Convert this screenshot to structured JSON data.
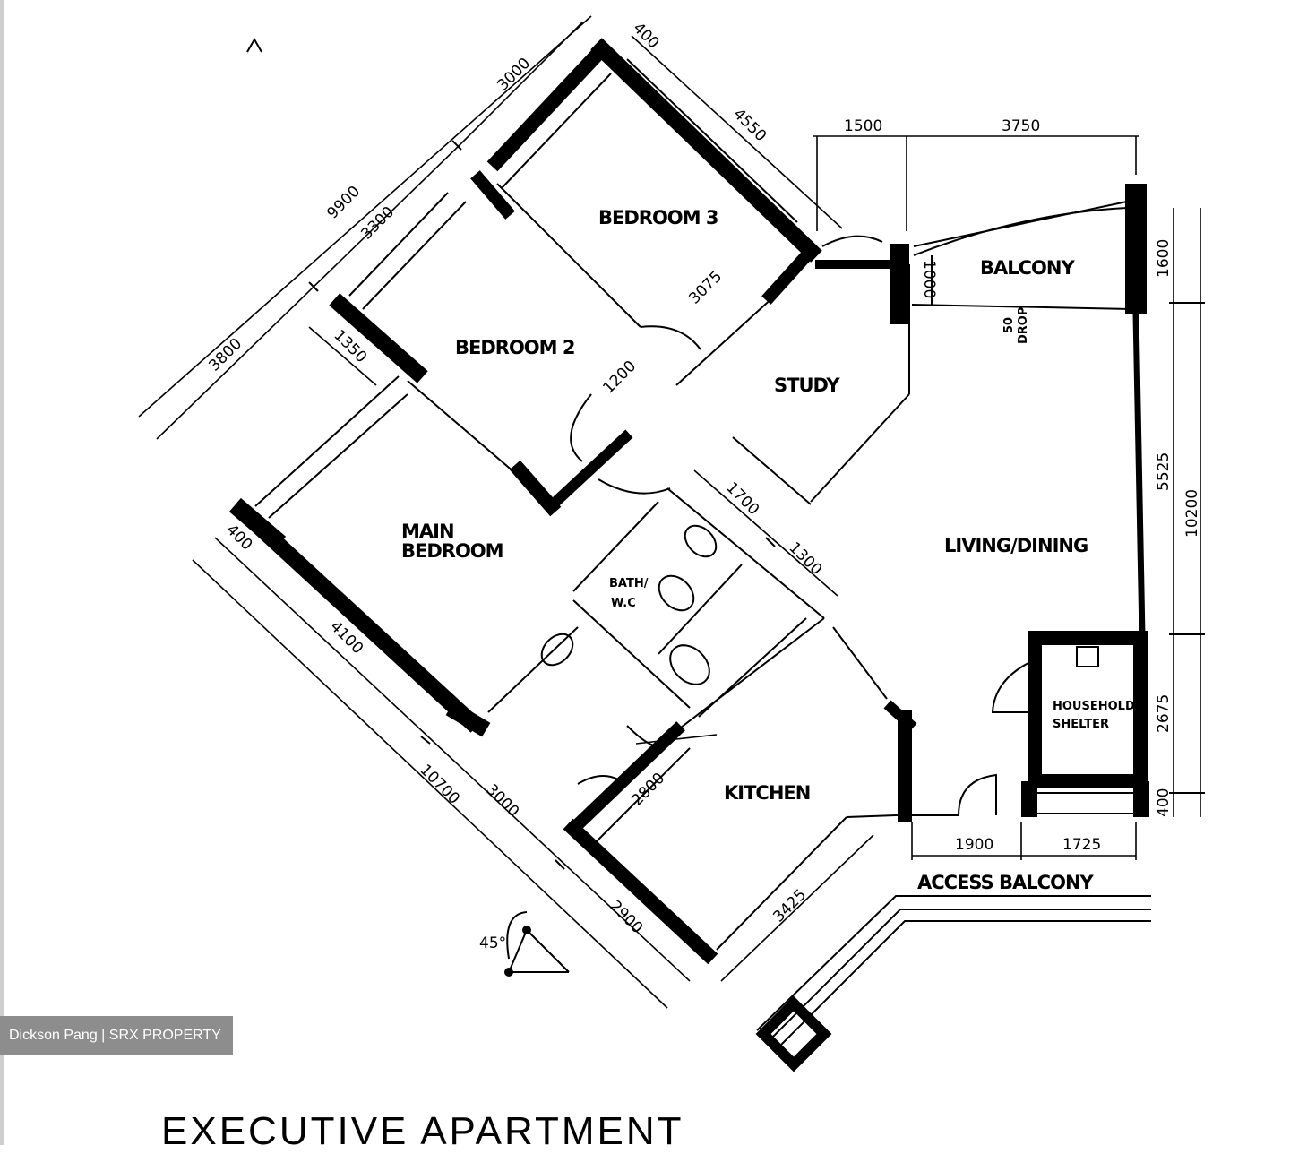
{
  "plan": {
    "rooms": {
      "bedroom3": "BEDROOM 3",
      "bedroom2": "BEDROOM 2",
      "main_bedroom_line1": "MAIN",
      "main_bedroom_line2": "BEDROOM",
      "study": "STUDY",
      "balcony": "BALCONY",
      "living_dining": "LIVING/DINING",
      "bath_line1": "BATH/",
      "bath_line2": "W.C",
      "kitchen": "KITCHEN",
      "household_line1": "HOUSEHOLD",
      "household_line2": "SHELTER",
      "access_balcony": "ACCESS BALCONY"
    },
    "notes": {
      "drop_line1": "50",
      "drop_line2": "DROP",
      "angle": "45°"
    },
    "dimensions": {
      "d400_top": "400",
      "d3000_top": "3000",
      "d4550": "4550",
      "d1500": "1500",
      "d3750": "3750",
      "d9900": "9900",
      "d3300": "3300",
      "d3800": "3800",
      "d1350": "1350",
      "d3075": "3075",
      "d1200": "1200",
      "d1000": "1000",
      "d1600": "1600",
      "d5525": "5525",
      "d10200": "10200",
      "d1700": "1700",
      "d1300": "1300",
      "d400_left": "400",
      "d4100": "4100",
      "d10700": "10700",
      "d3000_bottom": "3000",
      "d2800": "2800",
      "d2900": "2900",
      "d3425": "3425",
      "d2675": "2675",
      "d400_right": "400",
      "d1900": "1900",
      "d1725": "1725"
    },
    "title": "EXECUTIVE APARTMENT",
    "watermark": "Dickson Pang | SRX PROPERTY"
  }
}
